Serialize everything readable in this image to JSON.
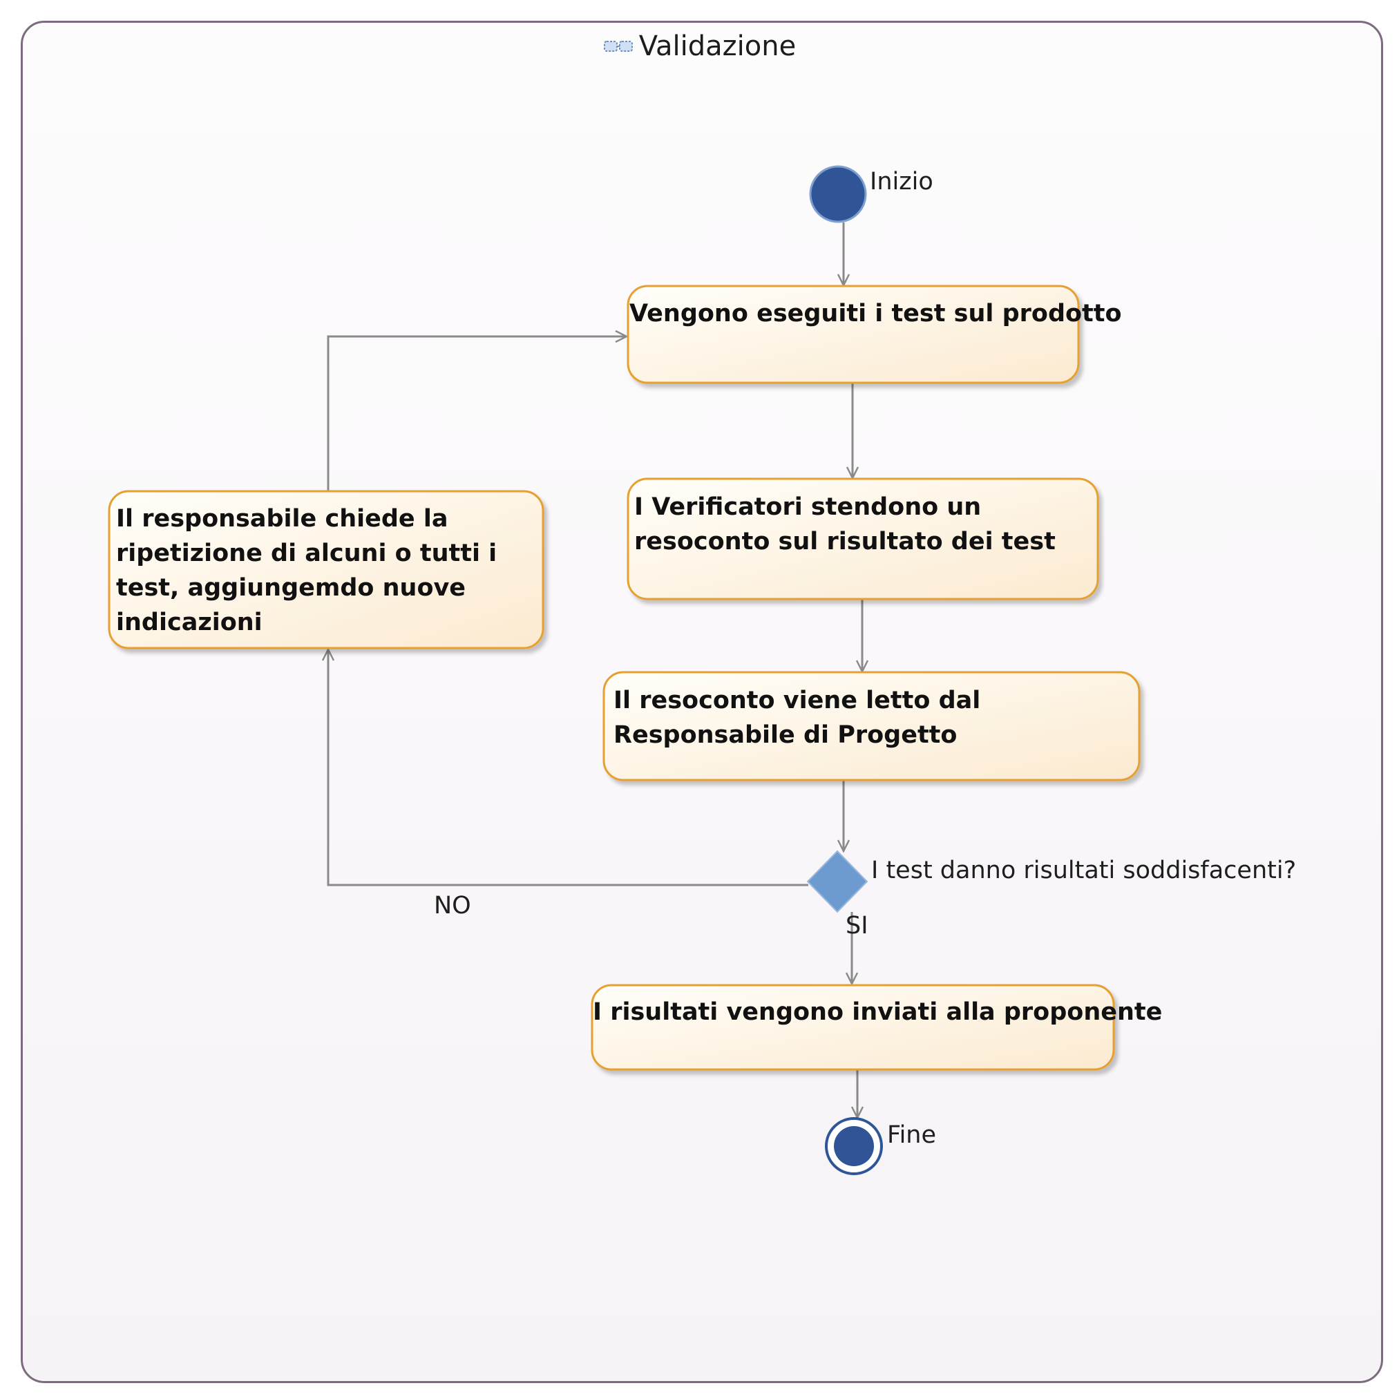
{
  "diagram": {
    "title": "Validazione",
    "start_label": "Inizio",
    "end_label": "Fine",
    "decision_label": "I test danno risultati soddisfacenti?",
    "branch_no": "NO",
    "branch_yes": "SI",
    "actions": {
      "run_tests": "Vengono eseguiti i test sul prodotto",
      "write_report": "I Verificatori stendono un resoconto sul risultato dei test",
      "read_report": "Il resoconto viene letto dal Responsabile di Progetto",
      "send_results": "I risultati vengono inviati alla proponente",
      "repeat_tests": "Il responsabile chiede la ripetizione di alcuni o tutti i test, aggiungemdo nuove indicazioni"
    },
    "colors": {
      "node_fill_top": "#fffef9",
      "node_fill_bottom": "#fbecd3",
      "node_border": "#e6a033",
      "initial_fill": "#2f5597",
      "decision_fill": "#6e9bcf",
      "edge": "#8a8a8a",
      "frame_border": "#7d6a80"
    }
  }
}
